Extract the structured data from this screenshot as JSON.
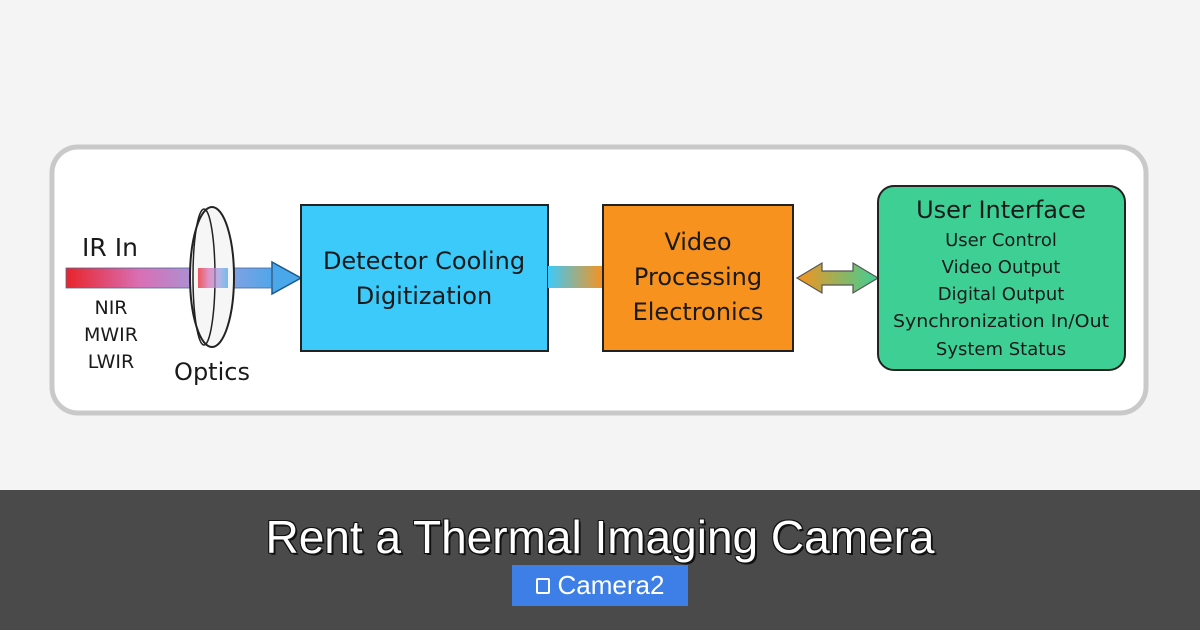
{
  "diagram": {
    "input": {
      "label": "IR In",
      "bands": [
        "NIR",
        "MWIR",
        "LWIR"
      ],
      "optics_label": "Optics"
    },
    "blocks": [
      {
        "id": "detector",
        "lines": [
          "Detector Cooling",
          "Digitization"
        ],
        "color": "#3ccafa"
      },
      {
        "id": "video",
        "lines": [
          "Video",
          "Processing",
          "Electronics"
        ],
        "color": "#f7921e"
      },
      {
        "id": "ui",
        "title": "User Interface",
        "lines": [
          "User Control",
          "Video Output",
          "Digital Output",
          "Synchronization In/Out",
          "System Status"
        ],
        "color": "#3ecf95"
      }
    ]
  },
  "footer": {
    "title": "Rent a Thermal Imaging Camera",
    "category": "Camera2"
  }
}
